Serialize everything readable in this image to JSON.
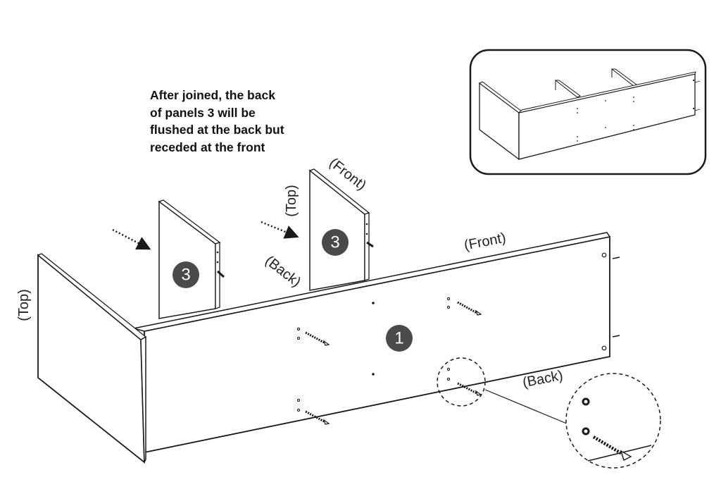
{
  "note": {
    "lines": [
      "After joined, the back",
      "of panels 3 will be",
      "flushed at the back but",
      "receded at the front"
    ]
  },
  "labels": {
    "top_left": "(Top)",
    "top_panel": "(Top)",
    "front_panel": "(Front)",
    "back_panel": "(Back)",
    "front_main": "(Front)",
    "back_main": "(Back)"
  },
  "parts": {
    "panel_main": "1",
    "divider_left": "3",
    "divider_right": "3"
  },
  "colors": {
    "line": "#1a1a1a",
    "badge": "#4a4a4a",
    "panel_fill": "#ffffff"
  }
}
